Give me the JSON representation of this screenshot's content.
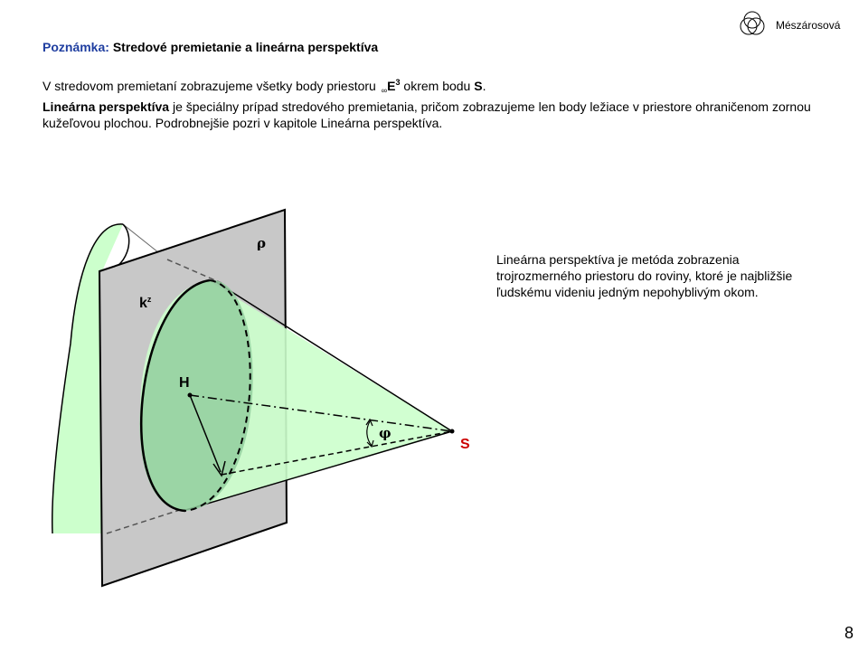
{
  "header": {
    "author": "Mészárosová"
  },
  "heading": {
    "note_label": "Poznámka:",
    "title": "Stredové premietanie a lineárna perspektíva"
  },
  "intro": {
    "line1_before": "V stredovom premietaní zobrazujeme  všetky body priestoru ",
    "infinity_symbol": "∞",
    "space_symbol": "E",
    "space_dimension": "3",
    "line1_after": "  okrem bodu ",
    "excluded_point": "S",
    "line1_end": ".",
    "term": "Lineárna perspektíva",
    "paragraph2_rest": " je špeciálny prípad stredového premietania, pričom zobrazujeme  len body ležiace v priestore ohraničenom zornou kužeľovou plochou.  Podrobnejšie pozri v kapitole Lineárna perspektíva."
  },
  "side_note": {
    "line1": "Lineárna perspektíva je metóda zobrazenia",
    "line2": "trojrozmerného  priestoru do roviny,  ktoré je najbližšie",
    "line3": "ľudskému videniu jedným nepohyblivým  okom."
  },
  "figure_labels": {
    "plane": "ρ",
    "circle_base": "k",
    "circle_superscript": "z",
    "center": "H",
    "angle": "φ",
    "eye_point": "S"
  },
  "page_number": "8",
  "colors": {
    "heading_accent": "#1f3ea0",
    "plane_fill": "#c8c8c8",
    "cone_fill": "#ccffcc",
    "disc_fill": "#92ce9d",
    "eye_point_label": "#cc0000"
  }
}
